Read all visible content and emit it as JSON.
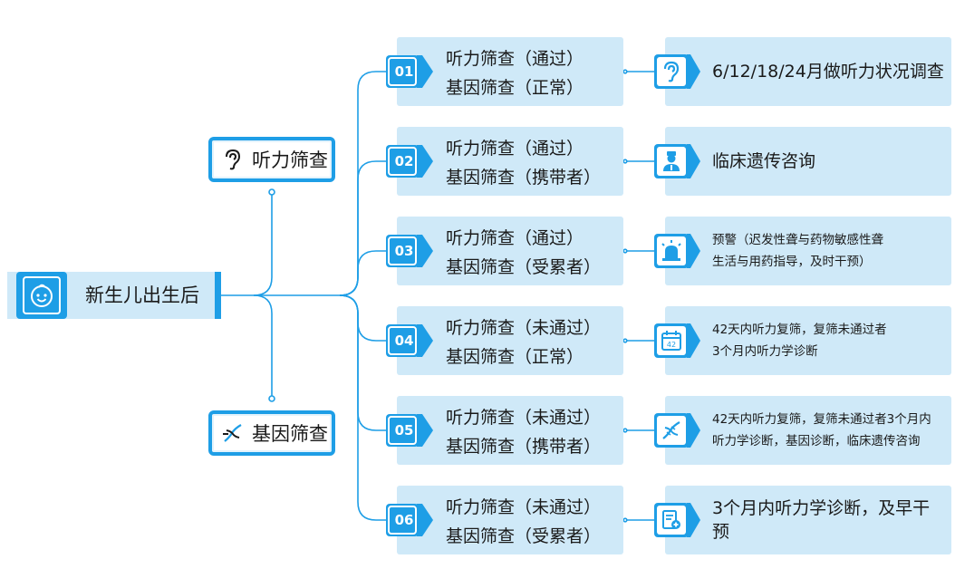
{
  "root": {
    "label": "新生儿出生后",
    "icon": "baby-face-icon"
  },
  "categories": [
    {
      "id": "hearing",
      "label": "听力筛查",
      "icon": "ear-icon"
    },
    {
      "id": "gene",
      "label": "基因筛查",
      "icon": "dna-icon"
    }
  ],
  "cases": [
    {
      "num": "01",
      "hearing": "听力筛查（通过）",
      "gene": "基因筛查（正常）",
      "result": "6/12/18/24月做听力状况调查",
      "result_icon": "ear-icon",
      "size": "big"
    },
    {
      "num": "02",
      "hearing": "听力筛查（通过）",
      "gene": "基因筛查（携带者）",
      "result": "临床遗传咨询",
      "result_icon": "doctor-icon",
      "size": "big"
    },
    {
      "num": "03",
      "hearing": "听力筛查（通过）",
      "gene": "基因筛查（受累者）",
      "result": "预警（迟发性聋与药物敏感性聋\n生活与用药指导，及时干预）",
      "result_icon": "alarm-icon",
      "size": "small"
    },
    {
      "num": "04",
      "hearing": "听力筛查（未通过）",
      "gene": "基因筛查（正常）",
      "result": "42天内听力复筛，复筛未通过者\n3个月内听力学诊断",
      "result_icon": "calendar-icon",
      "size": "small",
      "calendar_day": "42"
    },
    {
      "num": "05",
      "hearing": "听力筛查（未通过）",
      "gene": "基因筛查（携带者）",
      "result": "42天内听力复筛，复筛未通过者3个月内\n听力学诊断，基因诊断，临床遗传咨询",
      "result_icon": "dna-icon",
      "size": "small"
    },
    {
      "num": "06",
      "hearing": "听力筛查（未通过）",
      "gene": "基因筛查（受累者）",
      "result": "3个月内听力学诊断，及早干预",
      "result_icon": "medical-report-icon",
      "size": "big"
    }
  ],
  "colors": {
    "accent": "#1e9ee6",
    "panel": "#cfe9f8",
    "text": "#1a1a1a"
  }
}
